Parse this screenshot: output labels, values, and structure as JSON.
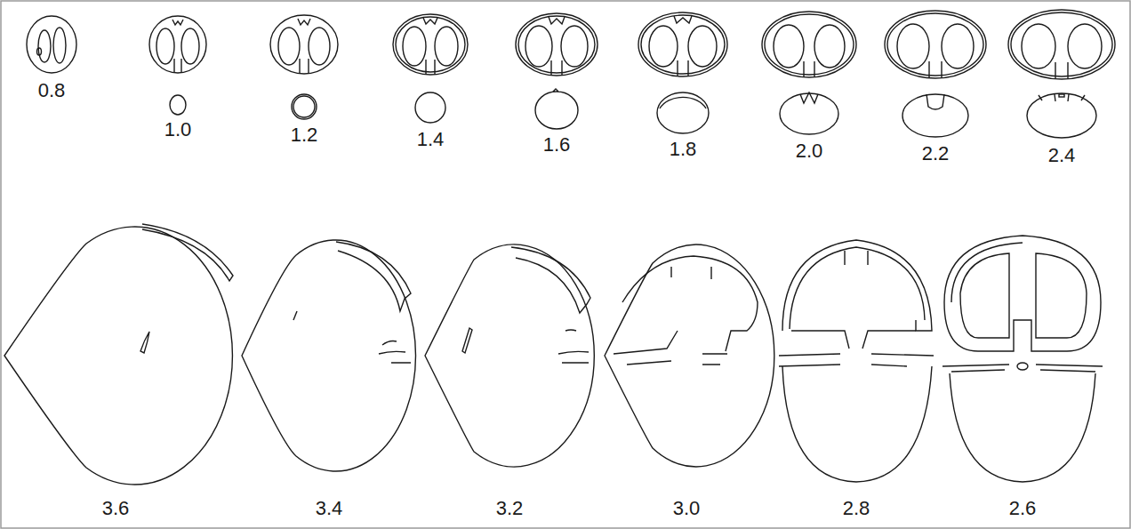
{
  "diagram": {
    "labels": [
      "0.8",
      "1.0",
      "1.2",
      "1.4",
      "1.6",
      "1.8",
      "2.0",
      "2.2",
      "2.4",
      "3.6",
      "3.4",
      "3.2",
      "3.0",
      "2.8",
      "2.6"
    ]
  }
}
